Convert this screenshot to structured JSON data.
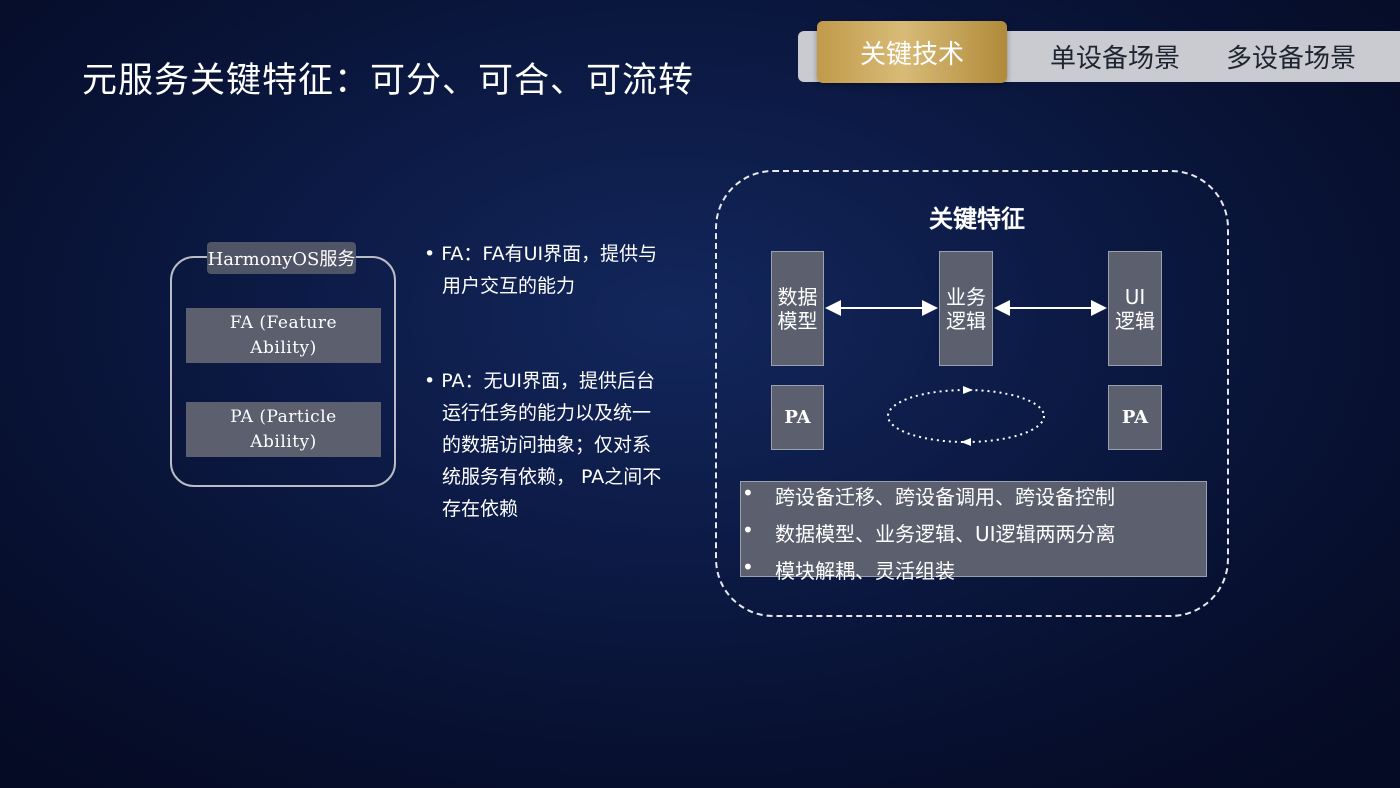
{
  "title": "元服务关键特征：可分、可合、可流转",
  "tabs": [
    {
      "label": "关键技术",
      "active": true
    },
    {
      "label": "单设备场景",
      "active": false
    },
    {
      "label": "多设备场景",
      "active": false
    }
  ],
  "harmony": {
    "label": "HarmonyOS服务",
    "fa_line1": "FA (Feature",
    "fa_line2": "Ability)",
    "pa_line1": "PA (Particle",
    "pa_line2": "Ability)"
  },
  "bullets": {
    "fa_lines": [
      "• FA：FA有UI界面，提供与",
      "用户交互的能力"
    ],
    "pa_lines": [
      "• PA：无UI界面，提供后台",
      "运行任务的能力以及统一",
      "的数据访问抽象；仅对系",
      "统服务有依赖， PA之间不",
      "存在依赖"
    ]
  },
  "features": {
    "title": "关键特征",
    "modules": [
      {
        "line1": "数据",
        "line2": "模型"
      },
      {
        "line1": "业务",
        "line2": "逻辑"
      },
      {
        "line1": "UI",
        "line2": "逻辑"
      }
    ],
    "pa_left": "PA",
    "pa_right": "PA",
    "list_bullet": "•",
    "list": [
      "跨设备迁移、跨设备调用、跨设备控制",
      "数据模型、业务逻辑、UI逻辑两两分离",
      "模块解耦、灵活组装"
    ]
  },
  "colors": {
    "accent_gold": "#c9a352",
    "tab_bar": "#c9cbd1",
    "module_fill": "#5b5f6e"
  }
}
